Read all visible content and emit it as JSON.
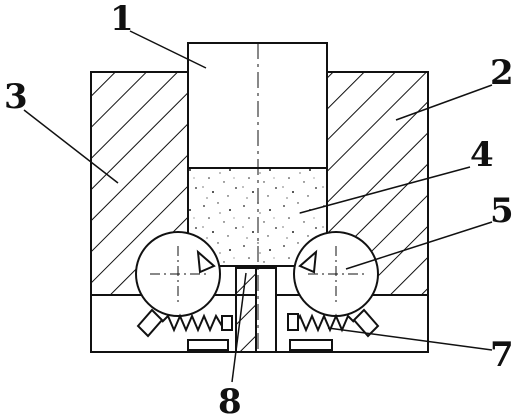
{
  "diagram": {
    "callouts": [
      {
        "id": "1",
        "label": "1"
      },
      {
        "id": "2",
        "label": "2"
      },
      {
        "id": "3",
        "label": "3"
      },
      {
        "id": "4",
        "label": "4"
      },
      {
        "id": "5",
        "label": "5"
      },
      {
        "id": "7",
        "label": "7"
      },
      {
        "id": "8",
        "label": "8"
      }
    ]
  },
  "colors": {
    "line": "#111111",
    "background": "#ffffff"
  }
}
